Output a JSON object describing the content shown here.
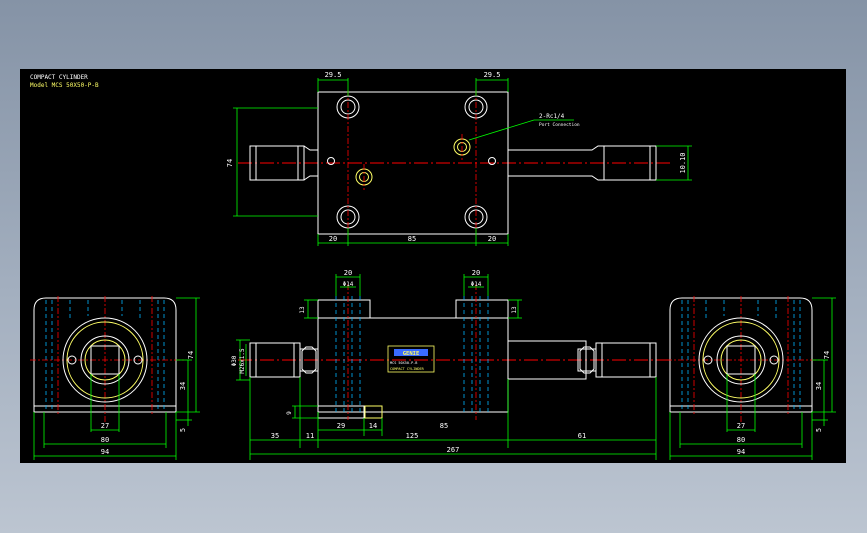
{
  "title_block": {
    "line1": "COMPACT CYLINDER",
    "line2": "Model  MCS 50X50-P-B"
  },
  "label": {
    "brand": "GENIE",
    "line1": "MCS 50X50-P-B",
    "line2": "COMPACT CYLINDER"
  },
  "dims": {
    "top_left": "29.5",
    "top_right": "29.5",
    "port_note": "2-Rc1/4",
    "port_note2": "Port Connection",
    "height_left": "74",
    "rod_right": "10.10",
    "bot_l": "20",
    "bot_m": "85",
    "bot_r": "20",
    "front_20a": "20",
    "front_20b": "20",
    "phi14a": "Φ14",
    "phi14b": "Φ14",
    "d13a": "13",
    "d13b": "13",
    "phi30": "Φ30",
    "m26": "M26x1.5",
    "d9": "9",
    "b35": "35",
    "b11": "11",
    "b29": "29",
    "b14": "14",
    "b125": "125",
    "b85": "85",
    "b61": "61",
    "b267": "267",
    "l74": "74",
    "l34": "34",
    "l5": "5",
    "l27": "27",
    "l80": "80",
    "l94": "94",
    "r74": "74",
    "r34": "34",
    "r5": "5",
    "r27": "27",
    "r80": "80",
    "r94": "94"
  },
  "colors": {
    "background": "#000000",
    "outline": "#ffffff",
    "dimension": "#00ff00",
    "centerline": "#ff0000",
    "hidden": "#00b4ff",
    "highlight": "#ffff66"
  }
}
